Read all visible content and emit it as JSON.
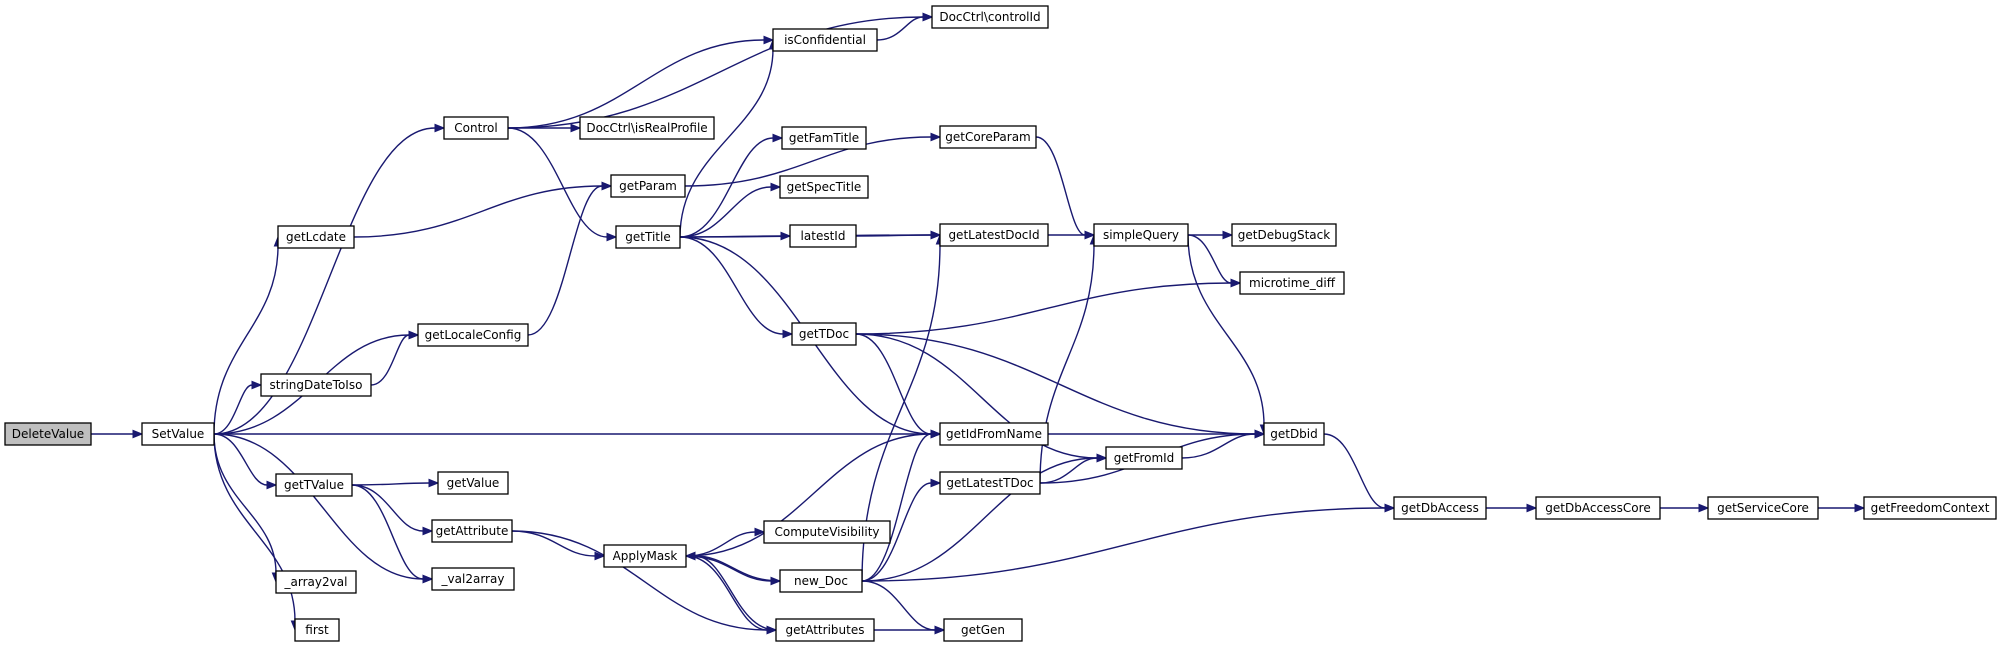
{
  "graph": {
    "nodes": {
      "DeleteValue": "DeleteValue",
      "SetValue": "SetValue",
      "Control": "Control",
      "getLcdate": "getLcdate",
      "getLocaleConfig": "getLocaleConfig",
      "stringDateToIso": "stringDateToIso",
      "getTValue": "getTValue",
      "getValue": "getValue",
      "getAttribute": "getAttribute",
      "array2val": "_array2val",
      "val2array": "_val2array",
      "first": "first",
      "isConfidential": "isConfidential",
      "controlId": "DocCtrl\\controlId",
      "isRealProfile": "DocCtrl\\isRealProfile",
      "getParam": "getParam",
      "getTitle": "getTitle",
      "getCoreParam": "getCoreParam",
      "getFamTitle": "getFamTitle",
      "getSpecTitle": "getSpecTitle",
      "latestId": "latestId",
      "getLatestDocId": "getLatestDocId",
      "simpleQuery": "simpleQuery",
      "getDebugStack": "getDebugStack",
      "microtime_diff": "microtime_diff",
      "getTDoc": "getTDoc",
      "getIdFromName": "getIdFromName",
      "getDbid": "getDbid",
      "getFromId": "getFromId",
      "getLatestTDoc": "getLatestTDoc",
      "ApplyMask": "ApplyMask",
      "ComputeVisibility": "ComputeVisibility",
      "new_Doc": "new_Doc",
      "getAttributes": "getAttributes",
      "getGen": "getGen",
      "getDbAccess": "getDbAccess",
      "getDbAccessCore": "getDbAccessCore",
      "getServiceCore": "getServiceCore",
      "getFreedomContext": "getFreedomContext"
    },
    "edges": [
      [
        "DeleteValue",
        "SetValue"
      ],
      [
        "SetValue",
        "Control"
      ],
      [
        "SetValue",
        "getLcdate"
      ],
      [
        "SetValue",
        "getLocaleConfig"
      ],
      [
        "SetValue",
        "stringDateToIso"
      ],
      [
        "SetValue",
        "getIdFromName"
      ],
      [
        "SetValue",
        "getTValue"
      ],
      [
        "SetValue",
        "val2array"
      ],
      [
        "SetValue",
        "array2val"
      ],
      [
        "SetValue",
        "first"
      ],
      [
        "Control",
        "controlId"
      ],
      [
        "Control",
        "isConfidential"
      ],
      [
        "Control",
        "isRealProfile"
      ],
      [
        "Control",
        "getTitle"
      ],
      [
        "isConfidential",
        "controlId"
      ],
      [
        "getLcdate",
        "getParam"
      ],
      [
        "getLocaleConfig",
        "getParam"
      ],
      [
        "stringDateToIso",
        "getLocaleConfig"
      ],
      [
        "getParam",
        "getCoreParam"
      ],
      [
        "getTitle",
        "isConfidential"
      ],
      [
        "getTitle",
        "getFamTitle"
      ],
      [
        "getTitle",
        "getSpecTitle"
      ],
      [
        "getTitle",
        "latestId"
      ],
      [
        "getTitle",
        "getLatestDocId"
      ],
      [
        "getTitle",
        "getTDoc"
      ],
      [
        "getTitle",
        "getIdFromName"
      ],
      [
        "getCoreParam",
        "simpleQuery"
      ],
      [
        "latestId",
        "getLatestDocId"
      ],
      [
        "getLatestDocId",
        "simpleQuery"
      ],
      [
        "simpleQuery",
        "getDebugStack"
      ],
      [
        "simpleQuery",
        "microtime_diff"
      ],
      [
        "simpleQuery",
        "getDbid"
      ],
      [
        "getTDoc",
        "microtime_diff"
      ],
      [
        "getTDoc",
        "getIdFromName"
      ],
      [
        "getTDoc",
        "getFromId"
      ],
      [
        "getTDoc",
        "getDbid"
      ],
      [
        "getIdFromName",
        "getDbid"
      ],
      [
        "getFromId",
        "getDbid"
      ],
      [
        "getLatestTDoc",
        "getFromId"
      ],
      [
        "getLatestTDoc",
        "simpleQuery"
      ],
      [
        "getLatestTDoc",
        "getDbid"
      ],
      [
        "getDbid",
        "getDbAccess"
      ],
      [
        "getDbAccess",
        "getDbAccessCore"
      ],
      [
        "getDbAccessCore",
        "getServiceCore"
      ],
      [
        "getServiceCore",
        "getFreedomContext"
      ],
      [
        "getTValue",
        "getValue"
      ],
      [
        "getTValue",
        "getAttribute"
      ],
      [
        "getTValue",
        "val2array"
      ],
      [
        "getAttribute",
        "ApplyMask"
      ],
      [
        "getAttribute",
        "getAttributes"
      ],
      [
        "ApplyMask",
        "getIdFromName"
      ],
      [
        "ApplyMask",
        "ComputeVisibility"
      ],
      [
        "ApplyMask",
        "new_Doc"
      ],
      [
        "ApplyMask",
        "getAttributes"
      ],
      [
        "getAttributes",
        "ApplyMask"
      ],
      [
        "getAttributes",
        "getGen"
      ],
      [
        "new_Doc",
        "ApplyMask"
      ],
      [
        "new_Doc",
        "getLatestDocId"
      ],
      [
        "new_Doc",
        "getIdFromName"
      ],
      [
        "new_Doc",
        "getLatestTDoc"
      ],
      [
        "new_Doc",
        "getFromId"
      ],
      [
        "new_Doc",
        "getDbAccess"
      ],
      [
        "new_Doc",
        "getGen"
      ]
    ]
  }
}
